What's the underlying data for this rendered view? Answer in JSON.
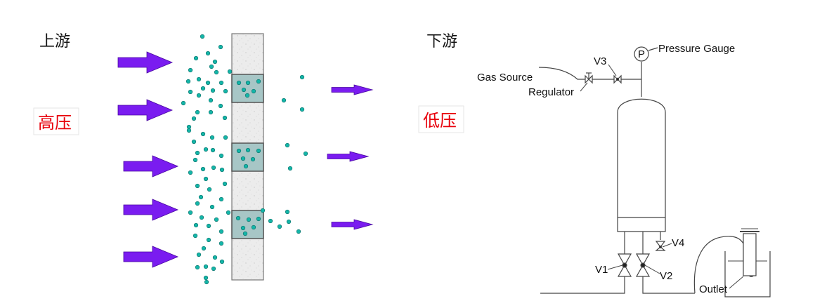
{
  "left_diagram": {
    "upstream_label": "上游",
    "high_pressure_label": "高压",
    "downstream_label": "下游",
    "low_pressure_label": "低压"
  },
  "right_diagram": {
    "gas_source_label": "Gas Source",
    "regulator_label": "Regulator",
    "v3_label": "V3",
    "pressure_gauge_label": "Pressure Gauge",
    "gauge_symbol": "P",
    "v4_label": "V4",
    "v1_label": "V1",
    "v2_label": "V2",
    "outlet_label": "Outlet"
  },
  "colors": {
    "arrow_fill": "#7a1cf0",
    "particle_fill": "#14b5a8",
    "pore_fill": "#a7c6c6",
    "membrane_fill": "#e8e8e8",
    "red_text": "#e8000b"
  }
}
